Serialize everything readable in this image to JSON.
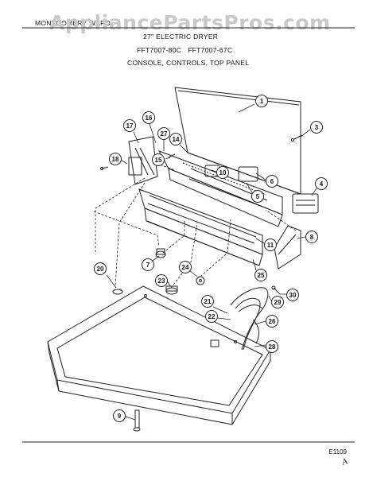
{
  "header": {
    "brand": "MONTGOMERY WARD",
    "product": "27\" ELECTRIC DRYER",
    "models": "FFT7007-80C   FFT7007-67C",
    "section": "CONSOLE, CONTROLS, TOP PANEL"
  },
  "watermark": "AppliancePartsPros.com",
  "diagram_code": "E1109",
  "signature": "A",
  "callouts": [
    "1",
    "3",
    "4",
    "5",
    "6",
    "7",
    "8",
    "9",
    "10",
    "11",
    "14",
    "15",
    "16",
    "17",
    "18",
    "20",
    "21",
    "22",
    "23",
    "24",
    "25",
    "26",
    "27",
    "28",
    "29",
    "30"
  ]
}
